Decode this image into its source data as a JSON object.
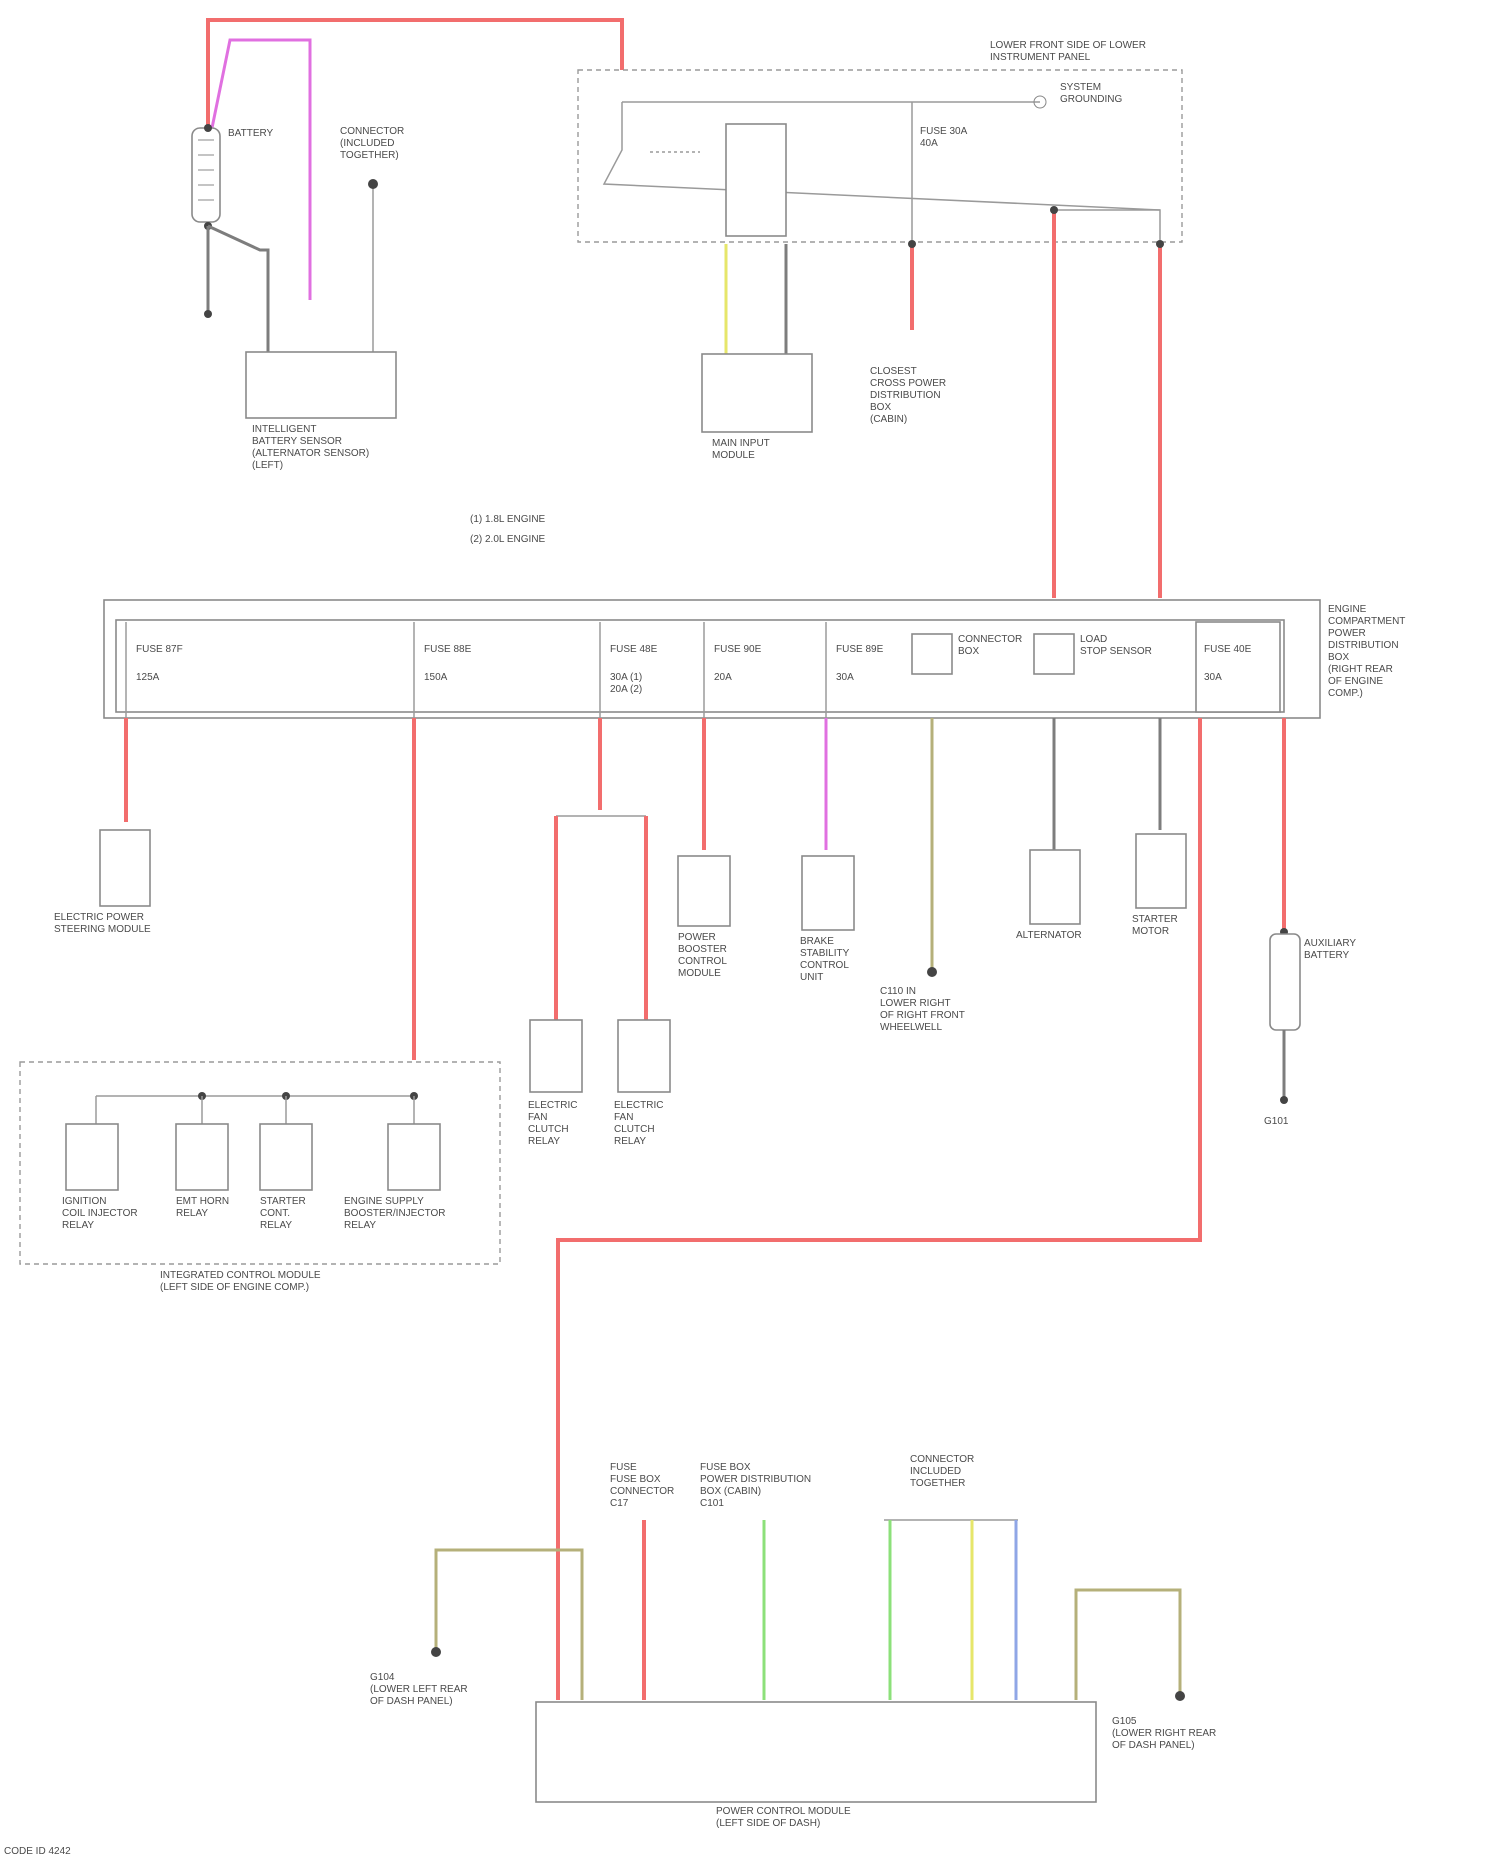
{
  "diagram": {
    "top_left": {
      "battery_label": "BATTERY",
      "connector_label": "CONNECTOR\n(INCLUDED\nTOGETHER)",
      "sensor_label": "INTELLIGENT\nBATTERY SENSOR\n(ALTERNATOR SENSOR)\n(LEFT)"
    },
    "top_right": {
      "header": "LOWER FRONT SIDE OF LOWER\nINSTRUMENT PANEL",
      "ground_label": "SYSTEM\nGROUNDING",
      "fuse_label": "FUSE 30A\n40A",
      "module_label": "MAIN INPUT\nMODULE",
      "harness_label": "CLOSEST\nCROSS POWER\nDISTRIBUTION\nBOX\n(CABIN)",
      "legend_1": "(1) 1.8L ENGINE",
      "legend_2": "(2) 2.0L ENGINE"
    },
    "fuse_box": {
      "label": "ENGINE\nCOMPARTMENT\nPOWER\nDISTRIBUTION\nBOX\n(RIGHT REAR\nOF ENGINE\nCOMP.)",
      "fuses": [
        {
          "name": "FUSE 87F",
          "rating": "125A"
        },
        {
          "name": "FUSE 88E",
          "rating": "150A"
        },
        {
          "name": "FUSE 48E",
          "rating": "30A (1)\n20A (2)"
        },
        {
          "name": "FUSE 90E",
          "rating": "20A"
        },
        {
          "name": "FUSE 89E",
          "rating": "30A"
        },
        {
          "name": "CONNECTOR\nBOX",
          "rating": ""
        },
        {
          "name": "LOAD\nSTOP SENSOR",
          "rating": ""
        },
        {
          "name": "FUSE 40E",
          "rating": "30A"
        }
      ]
    },
    "loads": [
      "ELECTRIC POWER\nSTEERING MODULE",
      "POWER\nBOOSTER\nCONTROL\nMODULE",
      "BRAKE\nSTABILITY\nCONTROL\nUNIT",
      "C110 IN\nLOWER RIGHT\nOF RIGHT FRONT\nWHEELWELL",
      "ALTERNATOR",
      "STARTER\nMOTOR",
      "AUXILIARY\nBATTERY",
      "G101"
    ],
    "fan_relays": [
      "ELECTRIC\nFAN\nCLUTCH\nRELAY",
      "ELECTRIC\nFAN\nCLUTCH\nRELAY"
    ],
    "relay_block": {
      "label": "INTEGRATED CONTROL MODULE\n(LEFT SIDE OF ENGINE COMP.)",
      "relays": [
        "IGNITION\nCOIL INJECTOR\nRELAY",
        "EMT HORN\nRELAY",
        "STARTER\nCONT.\nRELAY",
        "ENGINE SUPPLY\nBOOSTER/INJECTOR\nRELAY"
      ]
    },
    "bottom": {
      "module_label": "POWER CONTROL MODULE\n(LEFT SIDE OF DASH)",
      "left_ground": "G104\n(LOWER LEFT REAR\nOF DASH PANEL)",
      "right_ground": "G105\n(LOWER RIGHT REAR\nOF DASH PANEL)",
      "conn_a": "FUSE\nFUSE BOX\nCONNECTOR\nC17",
      "conn_b": "FUSE BOX\nPOWER DISTRIBUTION\nBOX (CABIN)\nC101",
      "conn_c": "CONNECTOR\nINCLUDED\nTOGETHER"
    },
    "footer": "CODE ID 4242"
  }
}
